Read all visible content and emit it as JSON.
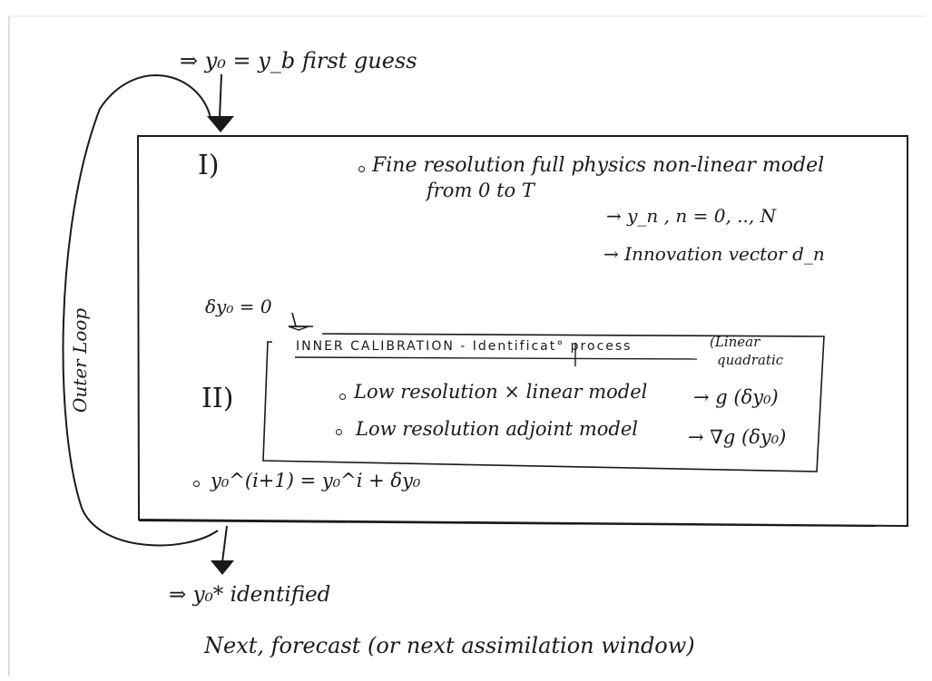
{
  "top": {
    "first_guess": "⇒ y₀ = y_b  first guess"
  },
  "outer_loop": {
    "label": "Outer Loop"
  },
  "section1": {
    "numeral": "I)",
    "line1": "Fine resolution full physics non-linear model",
    "line2": "from 0 to T",
    "output1": "→ y_n ,  n = 0, .., N",
    "output2": "→ Innovation vector d_n"
  },
  "init": {
    "delta": "δy₀ = 0"
  },
  "section2": {
    "numeral": "II)",
    "header": "INNER CALIBRATION - Identificat° process",
    "header_note_1": "(Linear",
    "header_note_2": "quadratic",
    "line1": "Low resolution × linear model",
    "line1_out": "→ g (δy₀)",
    "line2": "Low resolution adjoint model",
    "line2_out": "→ ∇g (δy₀)"
  },
  "update": {
    "formula": "y₀^(i+1) = y₀^i + δy₀"
  },
  "bottom": {
    "identified": "⇒ y₀* identified",
    "next": "Next, forecast (or next assimilation window)"
  }
}
